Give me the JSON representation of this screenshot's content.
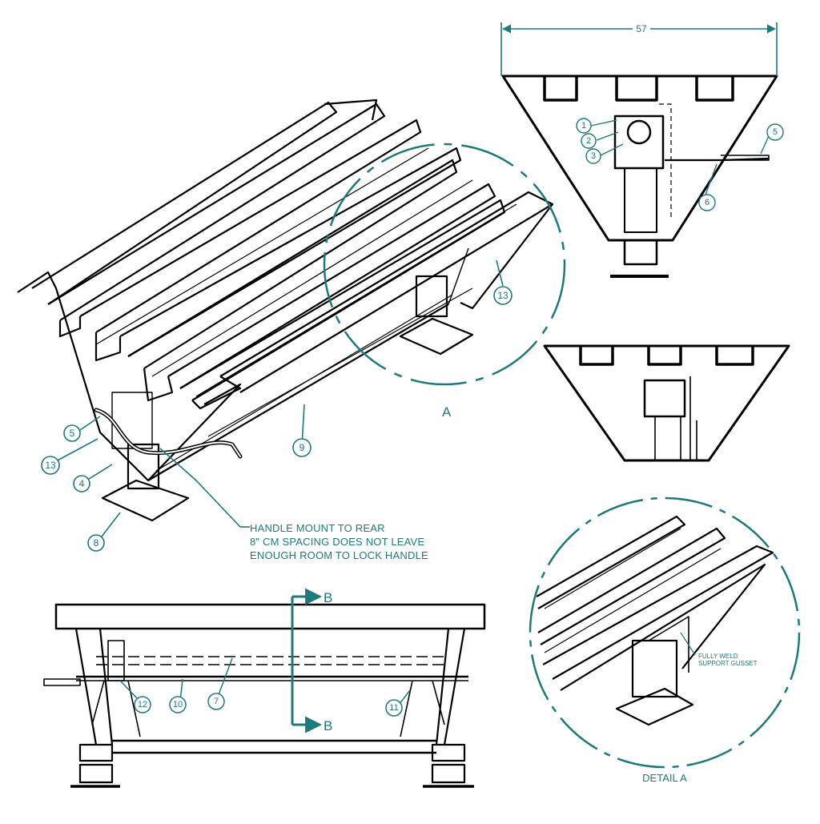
{
  "colors": {
    "ink": "#000000",
    "accent": "#1d7a7a",
    "paper": "#ffffff"
  },
  "dimension_top": "57",
  "callouts": {
    "c1": "1",
    "c2": "2",
    "c3": "3",
    "c4": "4",
    "c5": "5",
    "c5b": "5",
    "c6": "6",
    "c7": "7",
    "c8": "8",
    "c9": "9",
    "c10": "10",
    "c11": "11",
    "c12": "12",
    "c13a": "13",
    "c13b": "13"
  },
  "detail_circle_label": "A",
  "note_lines": [
    "HANDLE MOUNT TO REAR",
    "8\" CM SPACING DOES NOT LEAVE",
    "ENOUGH ROOM TO LOCK HANDLE"
  ],
  "section_marker": "B",
  "section_marker_bottom": "B",
  "detail_title": "DETAIL A",
  "detail_note_lines": [
    "FULLY WELD",
    "SUPPORT GUSSET"
  ]
}
